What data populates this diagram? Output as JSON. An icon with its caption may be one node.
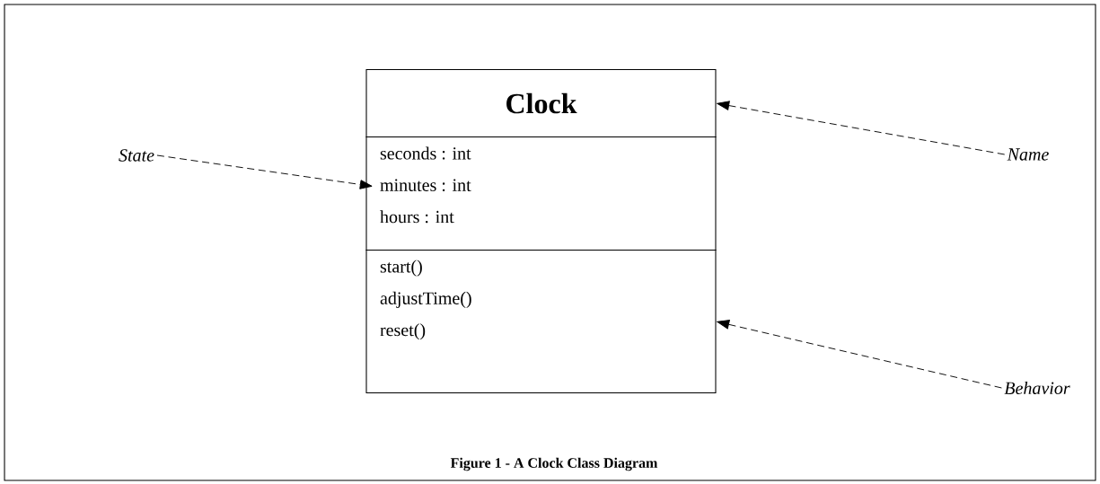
{
  "diagram": {
    "caption": "Figure 1 - A Clock Class Diagram",
    "nodes": [
      {
        "text": [
          "Clock"
        ]
      },
      {
        "text": [
          "seconds : int",
          "minutes : int",
          "hours : int"
        ]
      },
      {
        "text": [
          "start()",
          "adjustTime()",
          "reset()"
        ]
      },
      {
        "text": [
          "State"
        ]
      },
      {
        "text": [
          "Name"
        ]
      },
      {
        "text": [
          "Behavior"
        ]
      }
    ],
    "edges": [
      {
        "from": 3,
        "to": 1,
        "arrow": "to",
        "style": "dashed"
      },
      {
        "from": 4,
        "to": 0,
        "arrow": "to",
        "style": "dashed"
      },
      {
        "from": 5,
        "to": 2,
        "arrow": "to",
        "style": "dashed"
      }
    ]
  }
}
